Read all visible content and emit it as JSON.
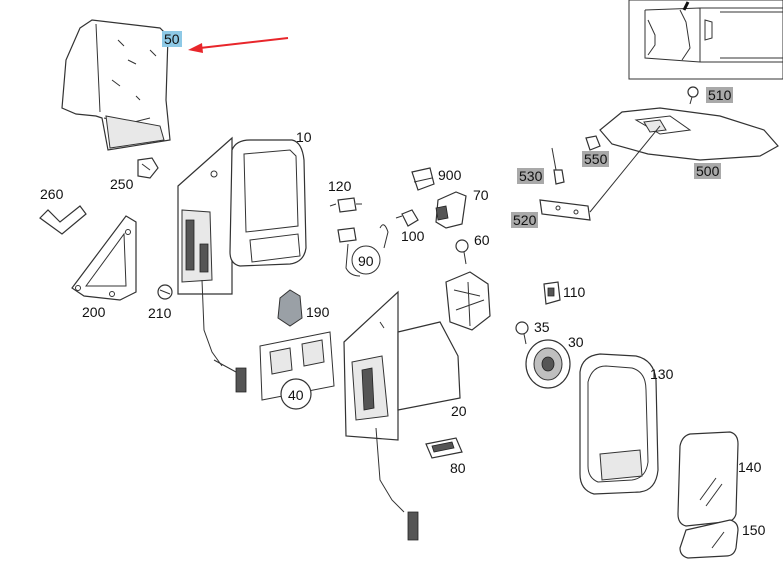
{
  "callout_color": "#8ec9e6",
  "grey_label_color": "#a9a9a9",
  "arrow_color": "#e8262b",
  "labels": {
    "p50": "50",
    "p10": "10",
    "p260": "260",
    "p250": "250",
    "p120": "120",
    "p900": "900",
    "p70": "70",
    "p100": "100",
    "p60": "60",
    "p90": "90",
    "p200": "200",
    "p210": "210",
    "p190": "190",
    "p40": "40",
    "p20": "20",
    "p80": "80",
    "p110": "110",
    "p35": "35",
    "p30": "30",
    "p130": "130",
    "p140": "140",
    "p150": "150",
    "p510": "510",
    "p550": "550",
    "p530": "530",
    "p500": "500",
    "p520": "520"
  }
}
